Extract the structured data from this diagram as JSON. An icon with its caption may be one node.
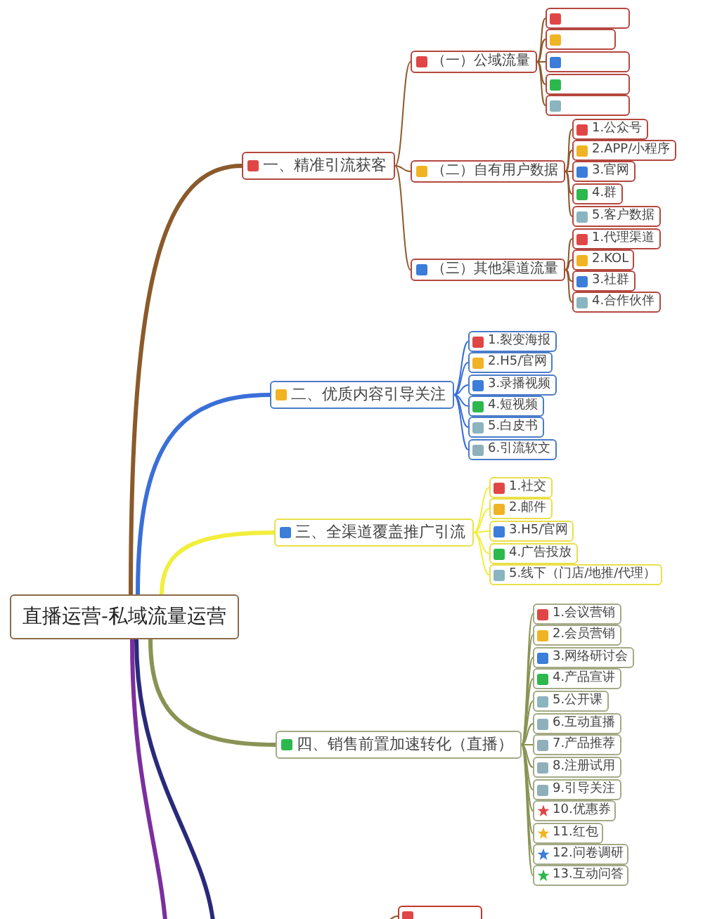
{
  "diagram": {
    "nodes": [
      {
        "text": [
          "直播运营-私域流量运营"
        ]
      },
      {
        "text": [
          "一、精准引流获客"
        ]
      },
      {
        "text": [
          "（一）公域流量"
        ]
      },
      {
        "text": [],
        "shape": "box"
      },
      {
        "text": [],
        "shape": "box"
      },
      {
        "text": [],
        "shape": "box"
      },
      {
        "text": [],
        "shape": "box"
      },
      {
        "text": [],
        "shape": "box"
      },
      {
        "text": [
          "（二）自有用户数据"
        ]
      },
      {
        "text": [
          "1.公众号"
        ]
      },
      {
        "text": [
          "2.APP/小程序"
        ]
      },
      {
        "text": [
          "3.官网"
        ]
      },
      {
        "text": [
          "4.群"
        ]
      },
      {
        "text": [
          "5.客户数据"
        ]
      },
      {
        "text": [
          "（三）其他渠道流量"
        ]
      },
      {
        "text": [
          "1.代理渠道"
        ]
      },
      {
        "text": [
          "2.KOL"
        ]
      },
      {
        "text": [
          "3.社群"
        ]
      },
      {
        "text": [
          "4.合作伙伴"
        ]
      },
      {
        "text": [
          "二、优质内容引导关注"
        ]
      },
      {
        "text": [
          "1.裂变海报"
        ]
      },
      {
        "text": [
          "2.H5/官网"
        ]
      },
      {
        "text": [
          "3.录播视频"
        ]
      },
      {
        "text": [
          "4.短视频"
        ]
      },
      {
        "text": [
          "5.白皮书"
        ]
      },
      {
        "text": [
          "6.引流软文"
        ]
      },
      {
        "text": [
          "三、全渠道覆盖推广引流"
        ]
      },
      {
        "text": [
          "1.社交"
        ]
      },
      {
        "text": [
          "2.邮件"
        ]
      },
      {
        "text": [
          "3.H5/官网"
        ]
      },
      {
        "text": [
          "4.广告投放"
        ]
      },
      {
        "text": [
          "5.线下（门店/地推/代理）"
        ]
      },
      {
        "text": [
          "四、销售前置加速转化（直播）"
        ]
      },
      {
        "text": [
          "1.会议营销"
        ]
      },
      {
        "text": [
          "2.会员营销"
        ]
      },
      {
        "text": [
          "3.网络研讨会"
        ]
      },
      {
        "text": [
          "4.产品宣讲"
        ]
      },
      {
        "text": [
          "5.公开课"
        ]
      },
      {
        "text": [
          "6.互动直播"
        ]
      },
      {
        "text": [
          "7.产品推荐"
        ]
      },
      {
        "text": [
          "8.注册试用"
        ]
      },
      {
        "text": [
          "9.引导关注"
        ]
      },
      {
        "text": [
          "10.优惠券"
        ]
      },
      {
        "text": [
          "11.红包"
        ]
      },
      {
        "text": [
          "12.问卷调研"
        ]
      },
      {
        "text": [
          "13.互动问答"
        ]
      },
      {
        "text": [],
        "shape": "box"
      }
    ],
    "edges": [
      {
        "from": 0,
        "to": 1,
        "arrow": "none",
        "style": "thick"
      },
      {
        "from": 1,
        "to": 2,
        "arrow": "none"
      },
      {
        "from": 1,
        "to": 8,
        "arrow": "none"
      },
      {
        "from": 1,
        "to": 14,
        "arrow": "none"
      },
      {
        "from": 2,
        "to": 3,
        "arrow": "none"
      },
      {
        "from": 2,
        "to": 4,
        "arrow": "none"
      },
      {
        "from": 2,
        "to": 5,
        "arrow": "none"
      },
      {
        "from": 2,
        "to": 6,
        "arrow": "none"
      },
      {
        "from": 2,
        "to": 7,
        "arrow": "none"
      },
      {
        "from": 8,
        "to": 9,
        "arrow": "none"
      },
      {
        "from": 8,
        "to": 10,
        "arrow": "none"
      },
      {
        "from": 8,
        "to": 11,
        "arrow": "none"
      },
      {
        "from": 8,
        "to": 12,
        "arrow": "none"
      },
      {
        "from": 8,
        "to": 13,
        "arrow": "none"
      },
      {
        "from": 14,
        "to": 15,
        "arrow": "none"
      },
      {
        "from": 14,
        "to": 16,
        "arrow": "none"
      },
      {
        "from": 14,
        "to": 17,
        "arrow": "none"
      },
      {
        "from": 14,
        "to": 18,
        "arrow": "none"
      },
      {
        "from": 0,
        "to": 19,
        "arrow": "none",
        "style": "thick",
        "color": "#3a6fd8"
      },
      {
        "from": 19,
        "to": 20,
        "arrow": "none",
        "color": "#3a6fd8"
      },
      {
        "from": 19,
        "to": 21,
        "arrow": "none",
        "color": "#3a6fd8"
      },
      {
        "from": 19,
        "to": 22,
        "arrow": "none",
        "color": "#3a6fd8"
      },
      {
        "from": 19,
        "to": 23,
        "arrow": "none",
        "color": "#3a6fd8"
      },
      {
        "from": 19,
        "to": 24,
        "arrow": "none",
        "color": "#3a6fd8"
      },
      {
        "from": 19,
        "to": 25,
        "arrow": "none",
        "color": "#3a6fd8"
      },
      {
        "from": 0,
        "to": 26,
        "arrow": "none",
        "style": "thick",
        "color": "#f2ee3c"
      },
      {
        "from": 26,
        "to": 27,
        "arrow": "none",
        "color": "#f2ee3c"
      },
      {
        "from": 26,
        "to": 28,
        "arrow": "none",
        "color": "#f2ee3c"
      },
      {
        "from": 26,
        "to": 29,
        "arrow": "none",
        "color": "#f2ee3c"
      },
      {
        "from": 26,
        "to": 30,
        "arrow": "none",
        "color": "#f2ee3c"
      },
      {
        "from": 26,
        "to": 31,
        "arrow": "none",
        "color": "#f2ee3c"
      },
      {
        "from": 0,
        "to": 32,
        "arrow": "none",
        "style": "thick",
        "color": "#8a9354"
      },
      {
        "from": 32,
        "to": 33,
        "arrow": "none",
        "color": "#8a9354"
      },
      {
        "from": 32,
        "to": 34,
        "arrow": "none",
        "color": "#8a9354"
      },
      {
        "from": 32,
        "to": 35,
        "arrow": "none",
        "color": "#8a9354"
      },
      {
        "from": 32,
        "to": 36,
        "arrow": "none",
        "color": "#8a9354"
      },
      {
        "from": 32,
        "to": 37,
        "arrow": "none",
        "color": "#8a9354"
      },
      {
        "from": 32,
        "to": 38,
        "arrow": "none",
        "color": "#8a9354"
      },
      {
        "from": 32,
        "to": 39,
        "arrow": "none",
        "color": "#8a9354"
      },
      {
        "from": 32,
        "to": 40,
        "arrow": "none",
        "color": "#8a9354"
      },
      {
        "from": 32,
        "to": 41,
        "arrow": "none",
        "color": "#8a9354"
      },
      {
        "from": 32,
        "to": 42,
        "arrow": "none",
        "color": "#8a9354"
      },
      {
        "from": 32,
        "to": 43,
        "arrow": "none",
        "color": "#8a9354"
      },
      {
        "from": 32,
        "to": 44,
        "arrow": "none",
        "color": "#8a9354"
      },
      {
        "from": 32,
        "to": 45,
        "arrow": "none",
        "color": "#8a9354"
      },
      {
        "from": 0,
        "to": null,
        "arrow": "none",
        "style": "thick",
        "color": "#7b2f9e"
      },
      {
        "from": 0,
        "to": null,
        "arrow": "none",
        "style": "thick",
        "color": "#2a2a7a"
      },
      {
        "from": null,
        "to": 46,
        "arrow": "none"
      }
    ]
  }
}
